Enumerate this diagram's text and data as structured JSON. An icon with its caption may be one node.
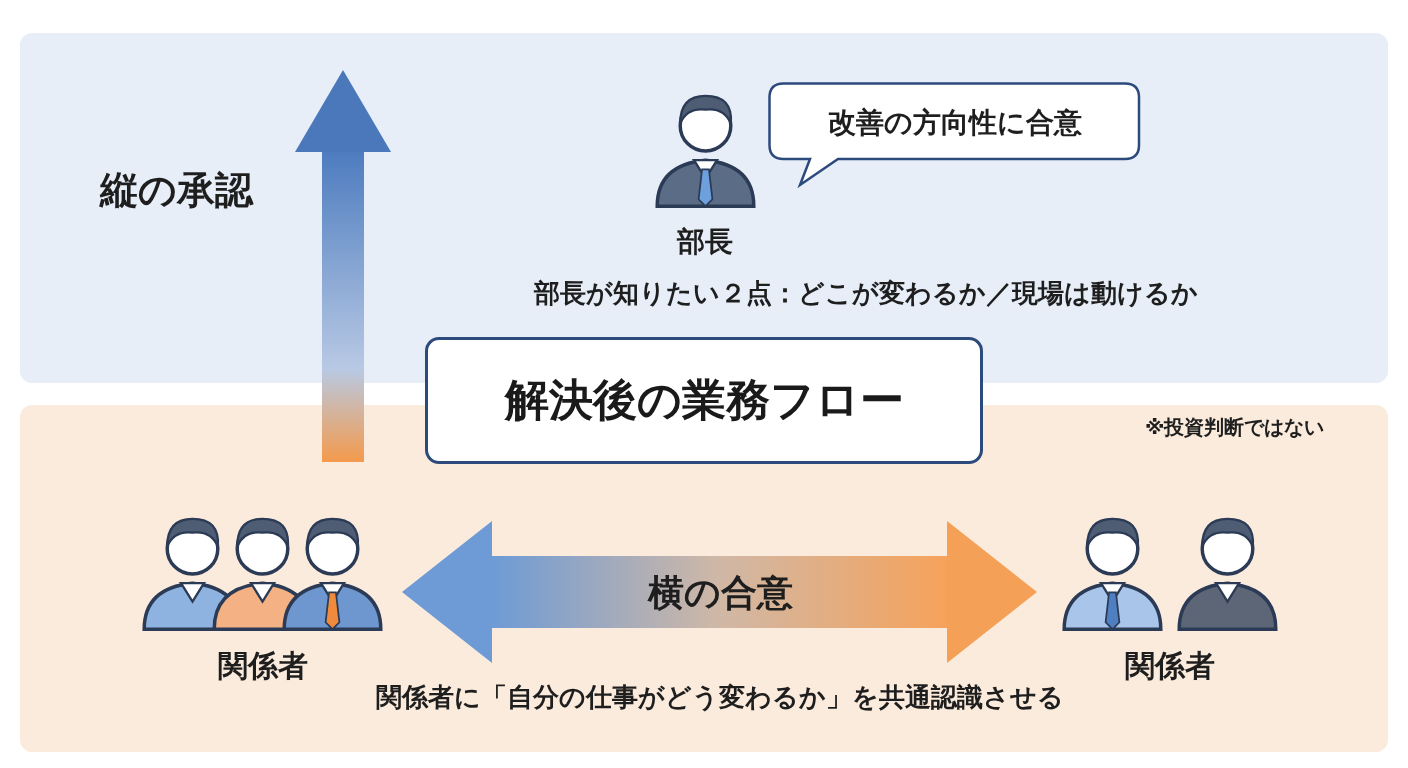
{
  "diagram": {
    "nodes": [
      {
        "text": [],
        "shape": "band"
      },
      {
        "text": [],
        "shape": "band"
      },
      {
        "text": [
          "部長"
        ],
        "in": 0
      },
      {
        "text": [
          "改善の方向性に合意"
        ],
        "in": 0
      },
      {
        "text": [
          "解決後の業務フロー"
        ]
      },
      {
        "text": [
          "関係者"
        ],
        "in": 1
      },
      {
        "text": [
          "関係者"
        ],
        "in": 1
      }
    ],
    "edges": [
      {
        "from": null,
        "to": 0,
        "arrow": "to",
        "label": "縦の承認"
      },
      {
        "from": 5,
        "to": 6,
        "arrow": "both",
        "label": "横の合意"
      }
    ],
    "labels": [
      "部長が知りたい２点：どこが変わるか／現場は動けるか",
      "※投資判断ではない",
      "関係者に「自分の仕事がどう変わるか」を共通認識させる"
    ]
  }
}
